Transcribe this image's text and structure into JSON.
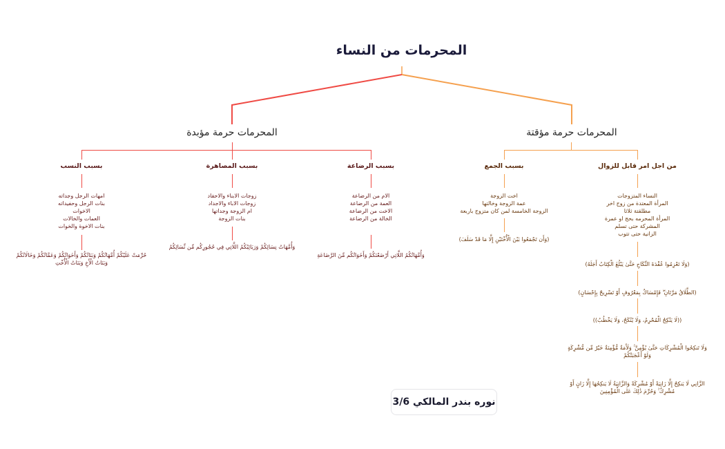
{
  "diagram": {
    "title": "المحرمات من النساء",
    "colors": {
      "permanent": "#ef4a44",
      "temporary": "#f5a04e",
      "title": "#1a1a3a",
      "permanent_text": "#6a2020",
      "temporary_text": "#6a3a10"
    },
    "permanent": {
      "label": "المحرمات حرمة مؤبدة",
      "children": [
        {
          "label": "بسبب الرضاعة",
          "items": [
            "الام من الرضاعة",
            "العمة من الرضاعة",
            "الاخت من الرضاعة",
            "الخالة من الرضاعة"
          ],
          "verse": "وَأُمَّهَاتُكُمُ اللَّاتِي أَرْضَعْنَكُمْ وَأَخَوَاتُكُم مِّنَ الرَّضَاعَةِ"
        },
        {
          "label": "بسبب المصاهرة",
          "items": [
            "زوجات الابناء والاحفاد",
            "زوجات الاباء والاجداد",
            "ام الزوجة وجداتها",
            "بنات الزوجة"
          ],
          "verse": "وَأُمَّهَاتُ نِسَائِكُمْ وَرَبَائِبُكُمُ اللَّاتِي فِي حُجُورِكُم مِّن نِّسَائِكُمُ"
        },
        {
          "label": "بسبب النسب",
          "items": [
            "امهات الرجل وجداته",
            "بنات الرجل وحفيداته",
            "الاخوات",
            "العمات والخالات",
            "بنات الاخوة والخوات"
          ],
          "verse_lines": [
            "حُرِّمَتْ عَلَيْكُمْ أُمَّهَاتُكُمْ وَبَنَاتُكُمْ وَأَخَوَاتُكُمْ وَعَمَّاتُكُمْ وَخَالَاتُكُمْ",
            "وَبَنَاتُ الْأَخِ وَبَنَاتُ الْأُخْتِ"
          ]
        }
      ]
    },
    "temporary": {
      "label": "المحرمات حرمة مؤقتة",
      "children": [
        {
          "label": "من اجل امر قابل للزوال",
          "items": [
            "النساء المتزوجات",
            "المرأة المعتدة من زوج اخر",
            "مطلقتة ثلاثا",
            "المرأة المحرمه بحج او عمرة",
            "المشركة حتى تسلم",
            "الزانية حتى تتوب"
          ],
          "verses": [
            "(وَلَا تَعْزِمُوا عُقْدَةَ النِّكَاحِ حَتَّىٰ يَبْلُغَ الْكِتَابُ أَجَلَهُ)",
            "(الطَّلَاقُ مَرَّتَانِ ۖ فَإِمْسَاكٌ بِمَعْرُوفٍ أَوْ تَسْرِيحٌ بِإِحْسَانٍ)",
            "((لَا يَنْكِحُ الْمُحْرِمُ، وَلَا يُنْكَحُ، وَلَا يَخْطُبُ))",
            [
              "وَلَا تَنكِحُوا الْمُشْرِكَاتِ حَتَّىٰ يُؤْمِنَّ ۚ وَلَأَمَةٌ مُّؤْمِنَةٌ خَيْرٌ مِّن مُّشْرِكَةٍ",
              "وَلَوْ أَعْجَبَتْكُمْ"
            ],
            [
              "الزَّانِي لَا يَنكِحُ إِلَّا زَانِيَةً أَوْ مُشْرِكَةً وَالزَّانِيَةُ لَا يَنكِحُهَا إِلَّا زَانٍ أَوْ",
              "مُشْرِكٌ ۚ وَحُرِّمَ ذَٰلِكَ عَلَى الْمُؤْمِنِينَ"
            ]
          ]
        },
        {
          "label": "بسبب الجمع",
          "items": [
            "اخت الزوجة",
            "عمة الزوجة وخالتها",
            "الزوجة الخامسة لمن كان متزوج باربعة"
          ],
          "verse": "(وَأَن تَجْمَعُوا بَيْنَ الْأُخْتَيْنِ إِلَّا مَا قَدْ سَلَفَ)"
        }
      ]
    },
    "signature": "نوره بندر المالكي 3/6"
  }
}
